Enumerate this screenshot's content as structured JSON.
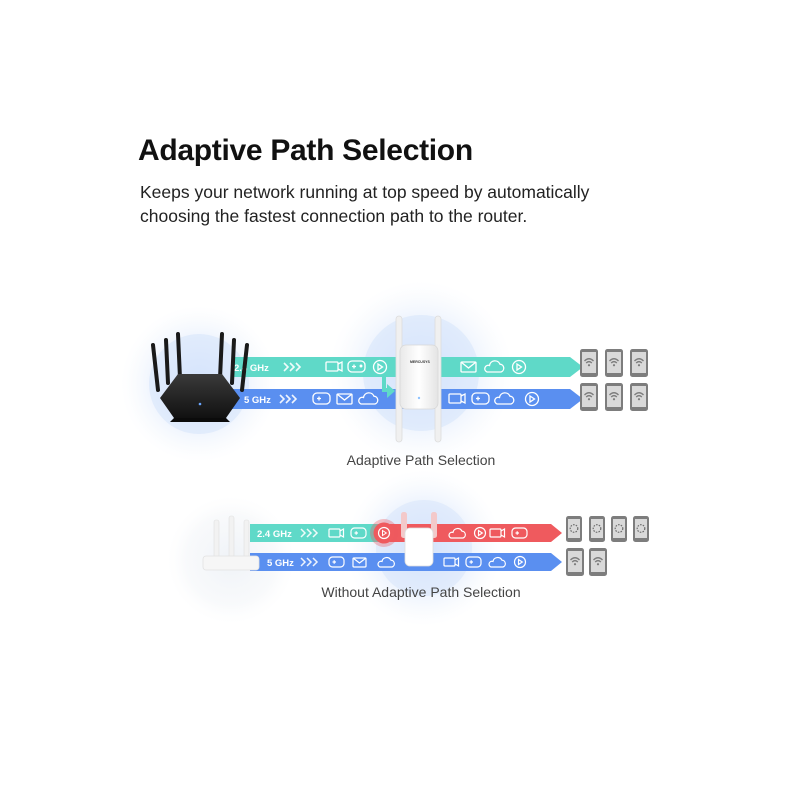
{
  "title": "Adaptive Path Selection",
  "subtitle": "Keeps your network running at top speed by automatically choosing the fastest connection path to the router.",
  "top_diagram": {
    "caption": "Adaptive Path Selection",
    "band_24": "2.4 GHz",
    "band_5": "5 GHz",
    "extender_brand": "MERCUSYS"
  },
  "bottom_diagram": {
    "caption": "Without Adaptive Path Selection",
    "band_24": "2.4 GHz",
    "band_5": "5 GHz"
  },
  "colors": {
    "teal": "#5fd9c8",
    "blue": "#5a8ff0",
    "red": "#ef5a5e",
    "glow": "#dde9fb",
    "phone": "#7d7d7d"
  }
}
